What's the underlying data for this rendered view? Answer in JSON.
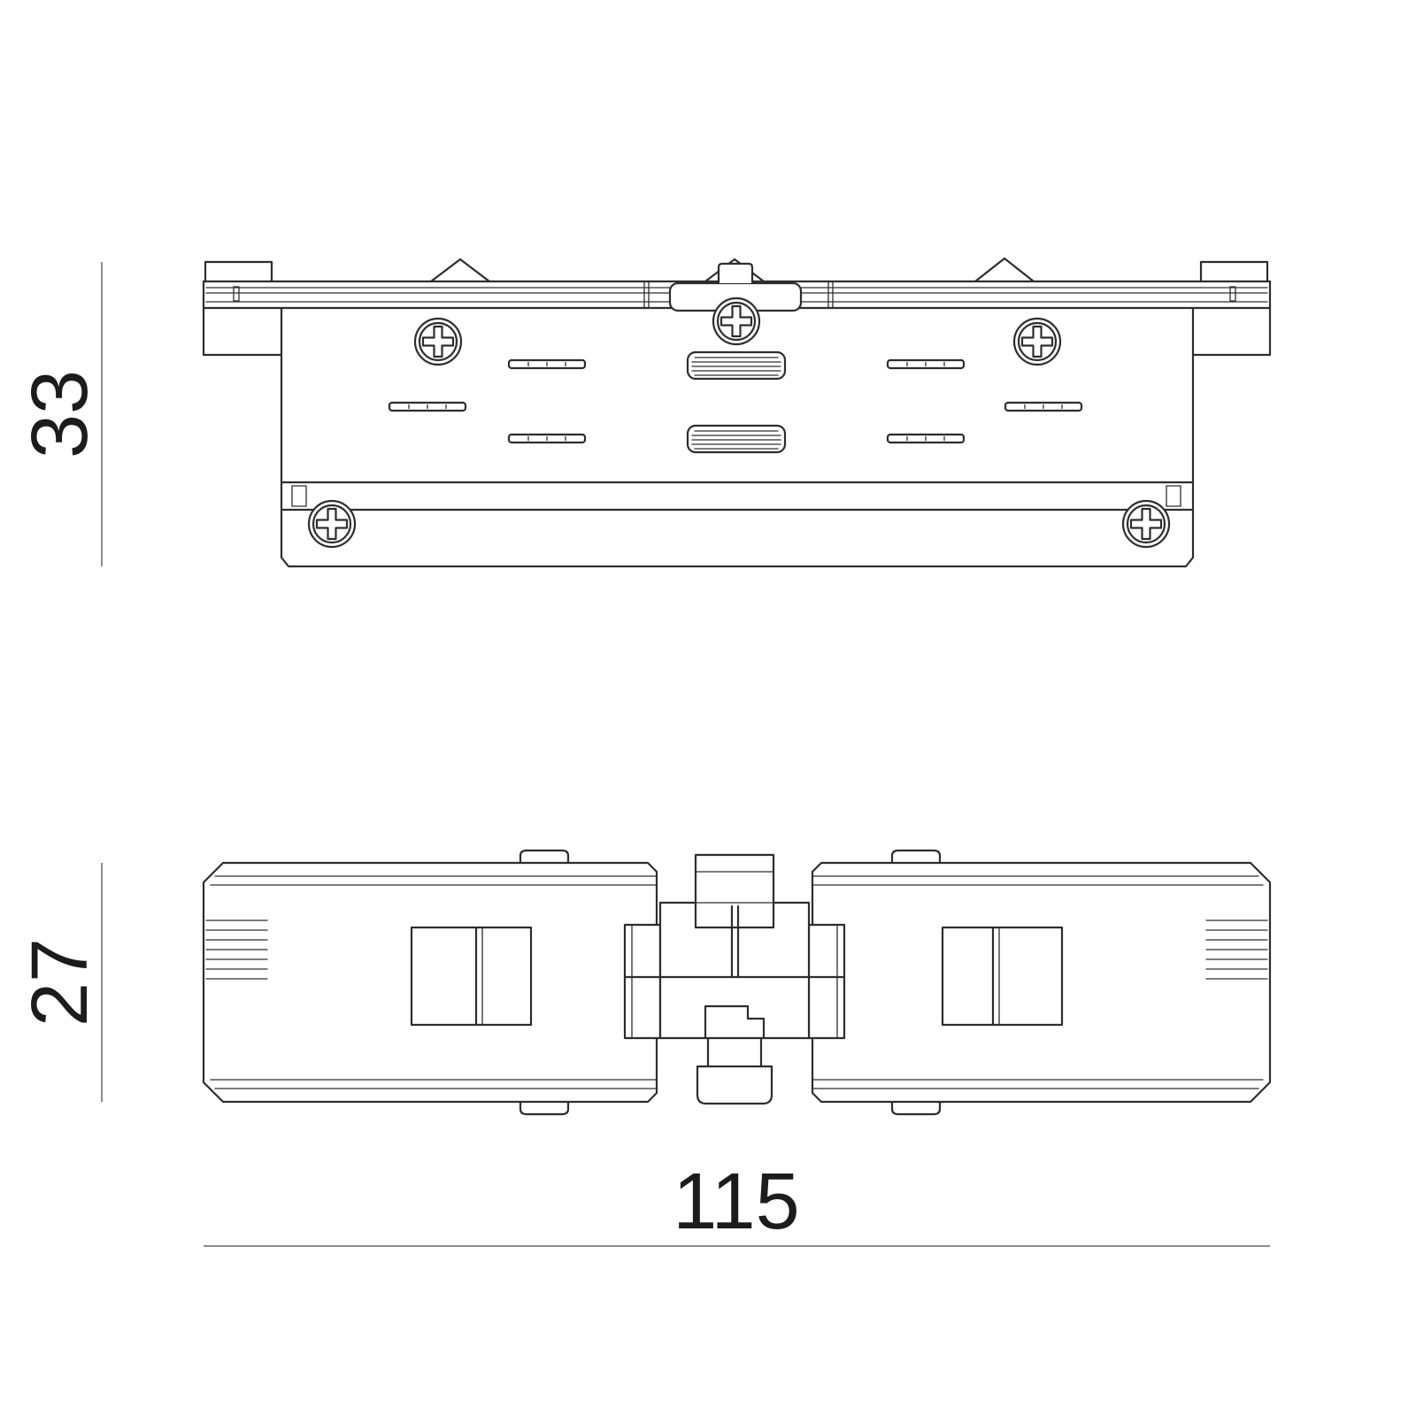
{
  "drawing": {
    "line_color": "#2d2d2d",
    "dimension_line_color": "#8c8c8c",
    "text_color": "#1c1c1c",
    "dimensions": {
      "front_height": "33",
      "plan_height": "27",
      "overall_width": "115"
    }
  }
}
